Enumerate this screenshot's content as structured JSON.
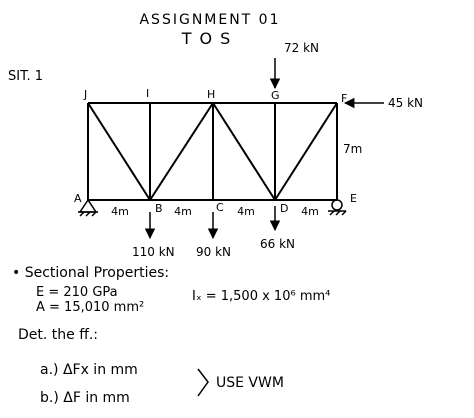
{
  "header": {
    "line1": "ASSIGNMENT 01",
    "line2": "TOS"
  },
  "situation": "SIT. 1",
  "nodes": [
    {
      "id": "A",
      "label": "A"
    },
    {
      "id": "B",
      "label": "B"
    },
    {
      "id": "C",
      "label": "C"
    },
    {
      "id": "D",
      "label": "D"
    },
    {
      "id": "E",
      "label": "E"
    },
    {
      "id": "F",
      "label": "F"
    },
    {
      "id": "G",
      "label": "G"
    },
    {
      "id": "H",
      "label": "H"
    },
    {
      "id": "I",
      "label": "I"
    },
    {
      "id": "J",
      "label": "J"
    }
  ],
  "panels": [
    "4m",
    "4m",
    "4m",
    "4m"
  ],
  "height_label": "7m",
  "loads": {
    "g": "72 kN",
    "f": "45 kN",
    "b": "110 kN",
    "c": "90 kN",
    "d": "66 kN"
  },
  "properties": {
    "title": "• Sectional Properties:",
    "e": "E = 210 GPa",
    "a": "A = 15,010 mm²",
    "ix": "Iₓ = 1,500 x 10⁶ mm⁴"
  },
  "question": {
    "title": "Det. the ff.:",
    "a": "a.)  ΔFx  in mm",
    "b": "b.)  ΔF   in mm",
    "method": "USE VWM"
  }
}
